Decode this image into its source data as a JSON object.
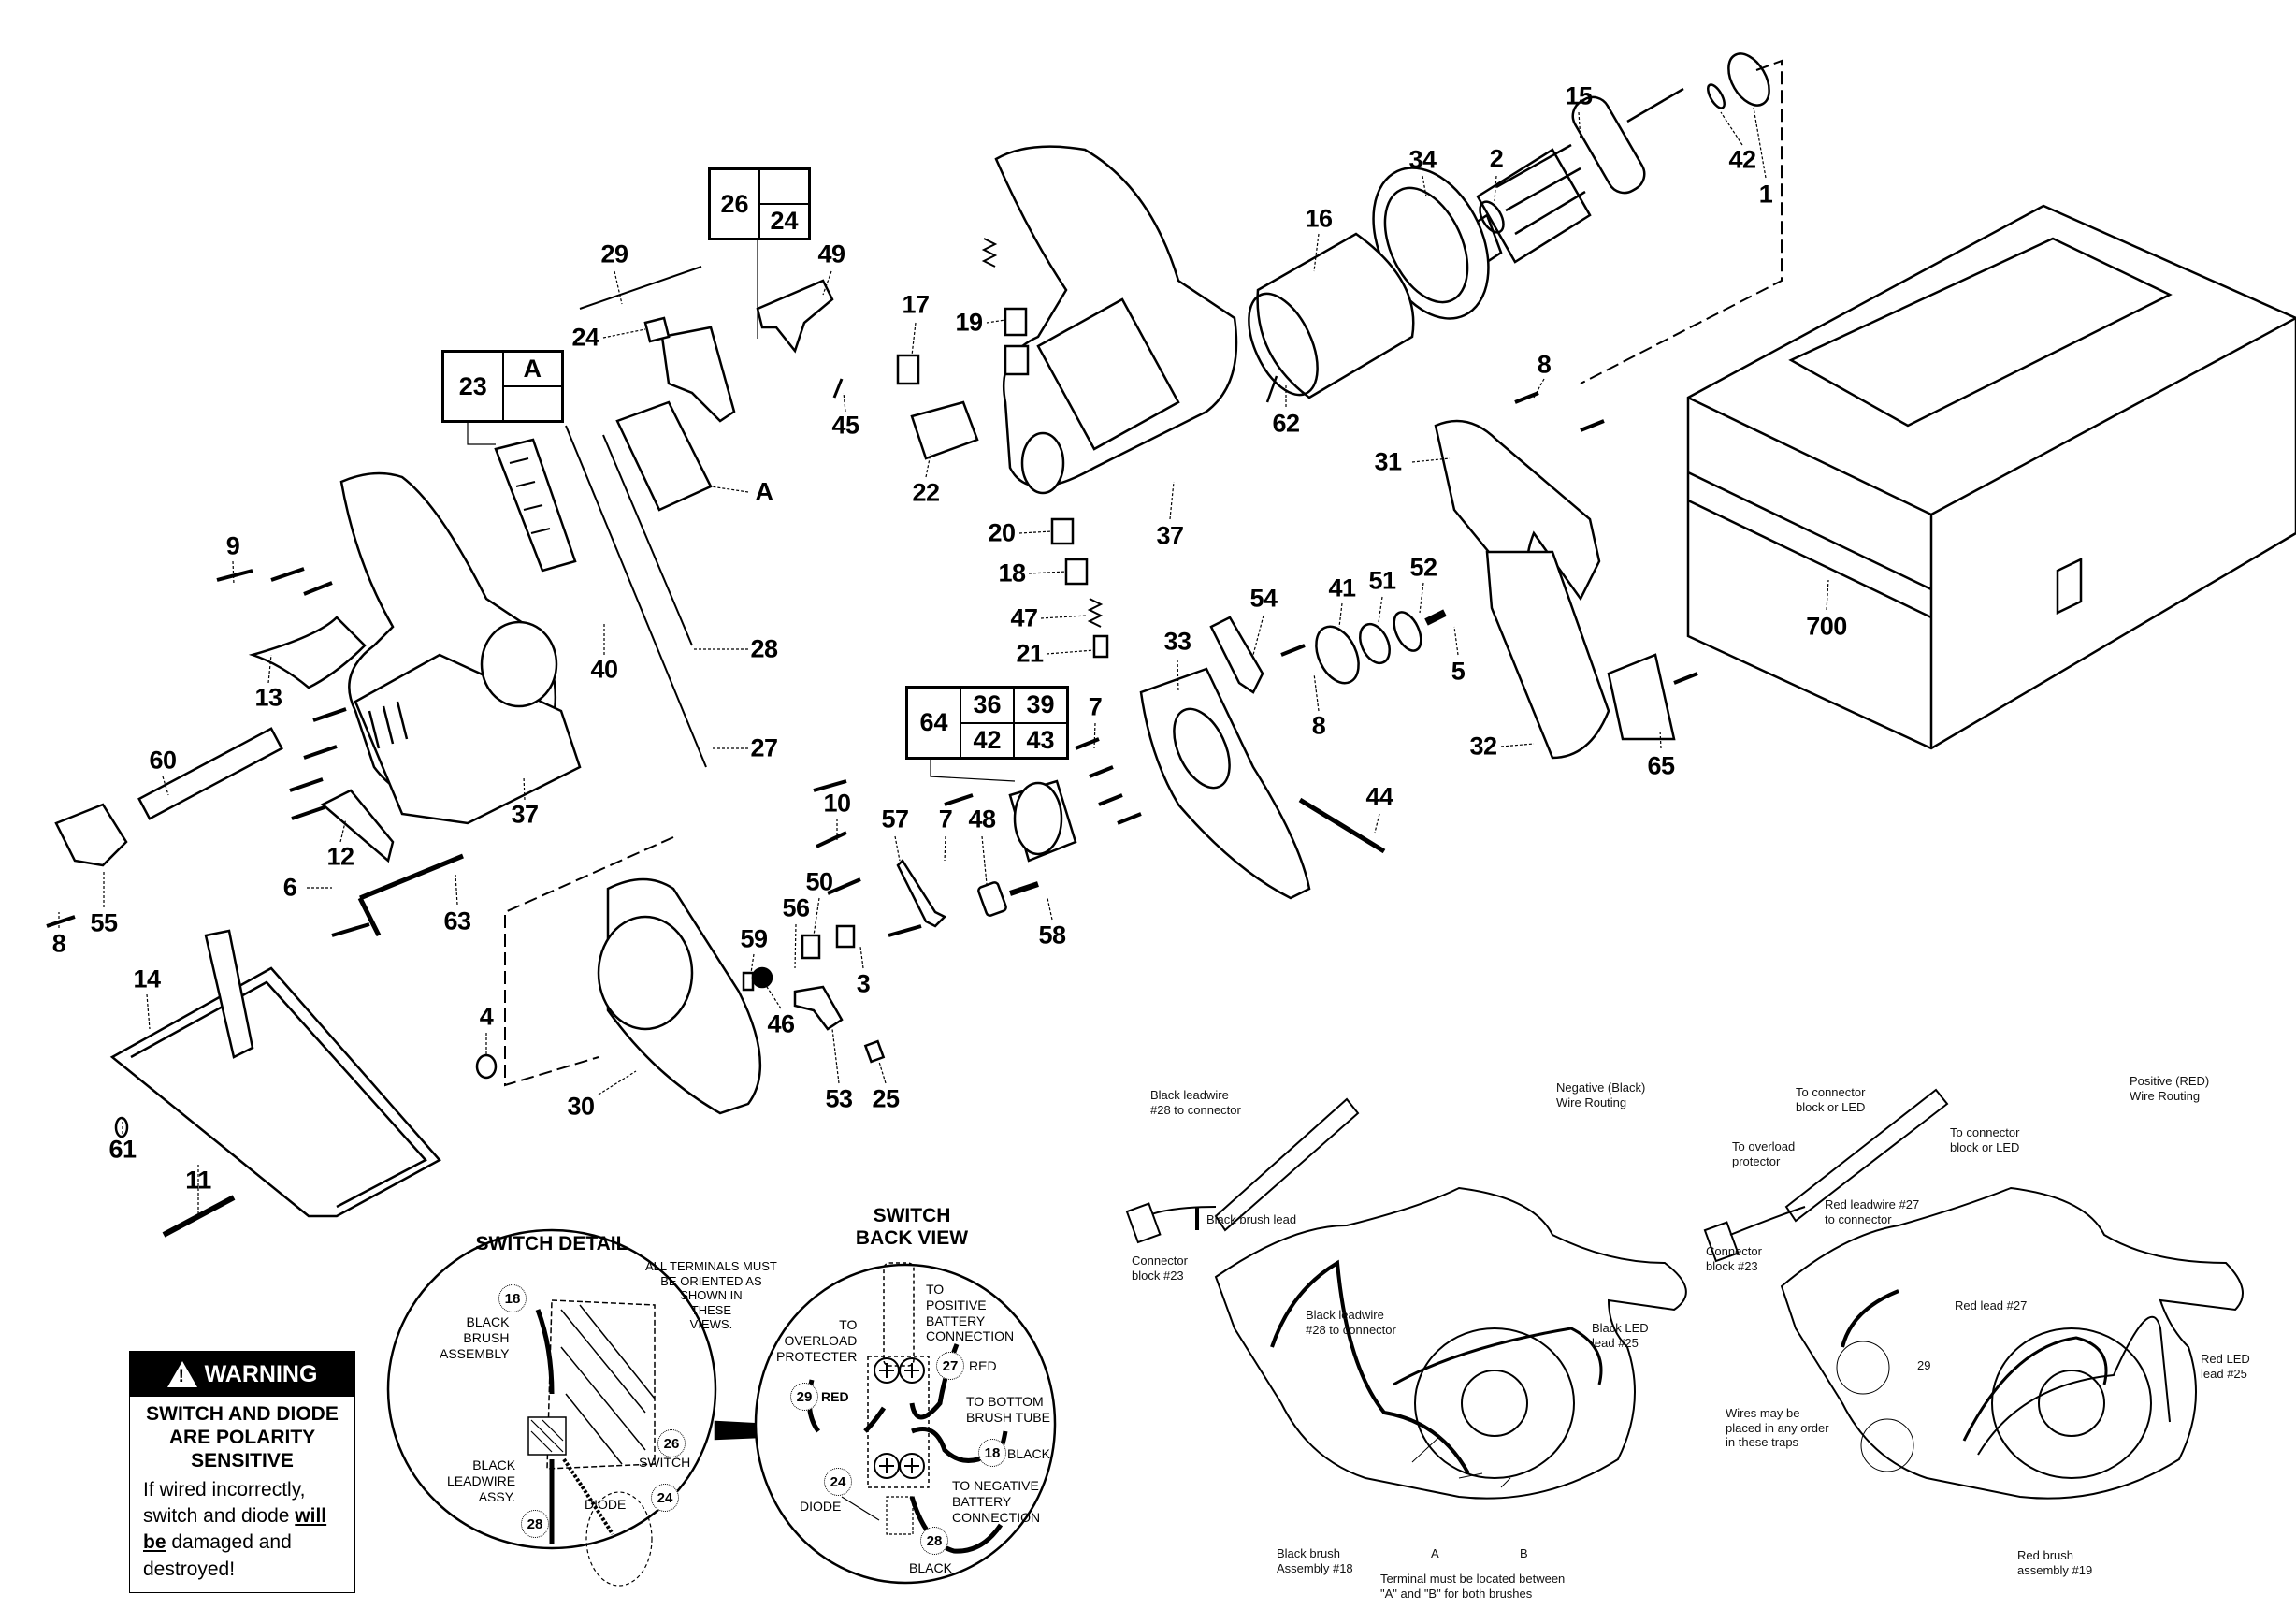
{
  "diagram": {
    "type": "exploded-parts-diagram",
    "callouts": [
      {
        "id": "c15",
        "label": "15"
      },
      {
        "id": "c34",
        "label": "34"
      },
      {
        "id": "c2",
        "label": "2"
      },
      {
        "id": "c42a",
        "label": "42"
      },
      {
        "id": "c1",
        "label": "1"
      },
      {
        "id": "c16",
        "label": "16"
      },
      {
        "id": "c29",
        "label": "29"
      },
      {
        "id": "c49",
        "label": "49"
      },
      {
        "id": "c24",
        "label": "24"
      },
      {
        "id": "c17",
        "label": "17"
      },
      {
        "id": "c19",
        "label": "19"
      },
      {
        "id": "c45",
        "label": "45"
      },
      {
        "id": "c22",
        "label": "22"
      },
      {
        "id": "c62",
        "label": "62"
      },
      {
        "id": "c8a",
        "label": "8"
      },
      {
        "id": "c31",
        "label": "31"
      },
      {
        "id": "c37a",
        "label": "37"
      },
      {
        "id": "c20",
        "label": "20"
      },
      {
        "id": "cA",
        "label": "A"
      },
      {
        "id": "c9",
        "label": "9"
      },
      {
        "id": "c18",
        "label": "18"
      },
      {
        "id": "c47",
        "label": "47"
      },
      {
        "id": "c21",
        "label": "21"
      },
      {
        "id": "c28",
        "label": "28"
      },
      {
        "id": "c40",
        "label": "40"
      },
      {
        "id": "c13",
        "label": "13"
      },
      {
        "id": "c33",
        "label": "33"
      },
      {
        "id": "c54",
        "label": "54"
      },
      {
        "id": "c41",
        "label": "41"
      },
      {
        "id": "c51",
        "label": "51"
      },
      {
        "id": "c52",
        "label": "52"
      },
      {
        "id": "c5",
        "label": "5"
      },
      {
        "id": "c8b",
        "label": "8"
      },
      {
        "id": "c7a",
        "label": "7"
      },
      {
        "id": "c27",
        "label": "27"
      },
      {
        "id": "c32",
        "label": "32"
      },
      {
        "id": "c65",
        "label": "65"
      },
      {
        "id": "c700",
        "label": "700"
      },
      {
        "id": "c60",
        "label": "60"
      },
      {
        "id": "c12",
        "label": "12"
      },
      {
        "id": "c37b",
        "label": "37"
      },
      {
        "id": "c10",
        "label": "10"
      },
      {
        "id": "c44",
        "label": "44"
      },
      {
        "id": "c57",
        "label": "57"
      },
      {
        "id": "c7b",
        "label": "7"
      },
      {
        "id": "c48",
        "label": "48"
      },
      {
        "id": "c6",
        "label": "6"
      },
      {
        "id": "c63",
        "label": "63"
      },
      {
        "id": "c8c",
        "label": "8"
      },
      {
        "id": "c55",
        "label": "55"
      },
      {
        "id": "c50",
        "label": "50"
      },
      {
        "id": "c56",
        "label": "56"
      },
      {
        "id": "c58",
        "label": "58"
      },
      {
        "id": "c3",
        "label": "3"
      },
      {
        "id": "c59",
        "label": "59"
      },
      {
        "id": "c46",
        "label": "46"
      },
      {
        "id": "c14",
        "label": "14"
      },
      {
        "id": "c4",
        "label": "4"
      },
      {
        "id": "c30",
        "label": "30"
      },
      {
        "id": "c53",
        "label": "53"
      },
      {
        "id": "c25",
        "label": "25"
      },
      {
        "id": "c61",
        "label": "61"
      },
      {
        "id": "c11",
        "label": "11"
      }
    ],
    "kit_boxes": {
      "switch_kit": {
        "main": "26",
        "top_right": "",
        "bottom_right": "24"
      },
      "connector_kit": {
        "main": "23",
        "top_right": "A",
        "bottom_right": ""
      },
      "gear_kit": {
        "main": "64",
        "cells": [
          "36",
          "39",
          "42",
          "43"
        ]
      }
    }
  },
  "warning": {
    "header": "WARNING",
    "lead": "SWITCH AND DIODE\nARE POLARITY\nSENSITIVE",
    "body_pre": "If wired incorrectly, switch and diode ",
    "body_em1": "will",
    "body_em2": "be",
    "body_post": " damaged and destroyed!"
  },
  "switch_detail": {
    "title": "SWITCH DETAIL",
    "labels": {
      "black_brush": "BLACK\nBRUSH\nASSEMBLY",
      "black_leadwire": "BLACK\nLEADWIRE\nASSY.",
      "switch": "SWITCH",
      "diode": "DIODE"
    },
    "refs": {
      "r18": "18",
      "r26": "26",
      "r28": "28",
      "r24": "24"
    }
  },
  "orientation_note": "ALL TERMINALS MUST\nBE ORIENTED AS\nSHOWN IN\nTHESE\nVIEWS.",
  "switch_back_view": {
    "title": "SWITCH\nBACK VIEW",
    "labels": {
      "to_positive": "TO\nPOSITIVE\nBATTERY\nCONNECTION",
      "to_overload": "TO\nOVERLOAD\nPROTECTER",
      "red27": "RED",
      "red29": "RED",
      "to_bottom": "TO BOTTOM\nBRUSH TUBE",
      "black18": "BLACK",
      "to_negative": "TO NEGATIVE\nBATTERY\nCONNECTION",
      "diode": "DIODE",
      "black28": "BLACK"
    },
    "refs": {
      "r27": "27",
      "r29": "29",
      "r18": "18",
      "r24": "24",
      "r28": "28"
    }
  },
  "negative_routing": {
    "title": "Negative (Black)\nWire Routing",
    "labels": {
      "leadwire_top": "Black leadwire\n#28 to connector",
      "brush_lead": "Black brush lead",
      "connector_block": "Connector\nblock #23",
      "leadwire_mid": "Black leadwire\n#28 to connector",
      "led_lead": "Black LED\nlead #25",
      "brush_assembly": "Black brush\nAssembly #18",
      "a": "A",
      "b": "B",
      "terminal_note": "Terminal must be located between\n\"A\" and \"B\" for both brushes"
    }
  },
  "positive_routing": {
    "title": "Positive (RED)\nWire Routing",
    "labels": {
      "to_conn_1": "To connector\nblock or LED",
      "to_conn_2": "To connector\nblock or LED",
      "to_overload": "To overload\nprotector",
      "red_leadwire": "Red leadwire #27\nto connector",
      "connector_block": "Connector\nblock #23",
      "red_lead": "Red lead #27",
      "ref29": "29",
      "red_led": "Red LED\nlead #25",
      "traps": "Wires may be\nplaced in any order\nin these traps",
      "red_brush": "Red brush\nassembly #19"
    }
  }
}
